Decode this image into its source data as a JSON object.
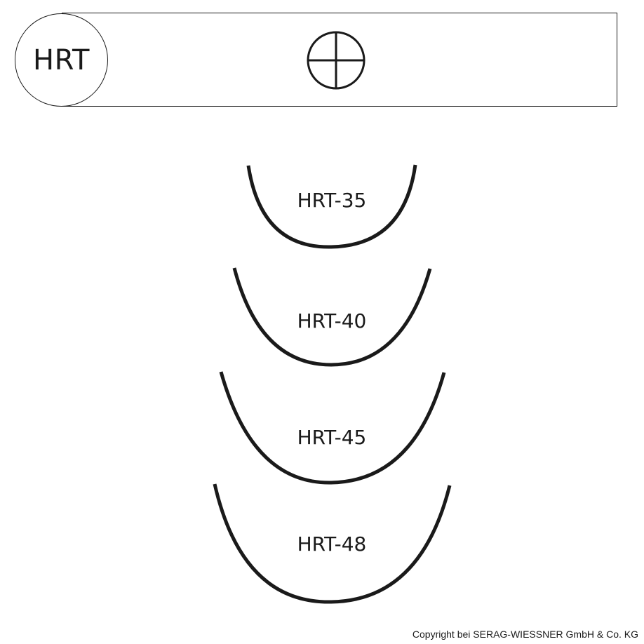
{
  "header": {
    "type_code": "HRT",
    "cross_section_icon": "round-body-cross-icon"
  },
  "needles": [
    {
      "label": "HRT-35"
    },
    {
      "label": "HRT-40"
    },
    {
      "label": "HRT-45"
    },
    {
      "label": "HRT-48"
    }
  ],
  "footer": {
    "copyright": "Copyright bei SERAG-WIESSNER GmbH & Co. KG"
  },
  "colors": {
    "ink": "#1a1a1a",
    "background": "#ffffff"
  }
}
